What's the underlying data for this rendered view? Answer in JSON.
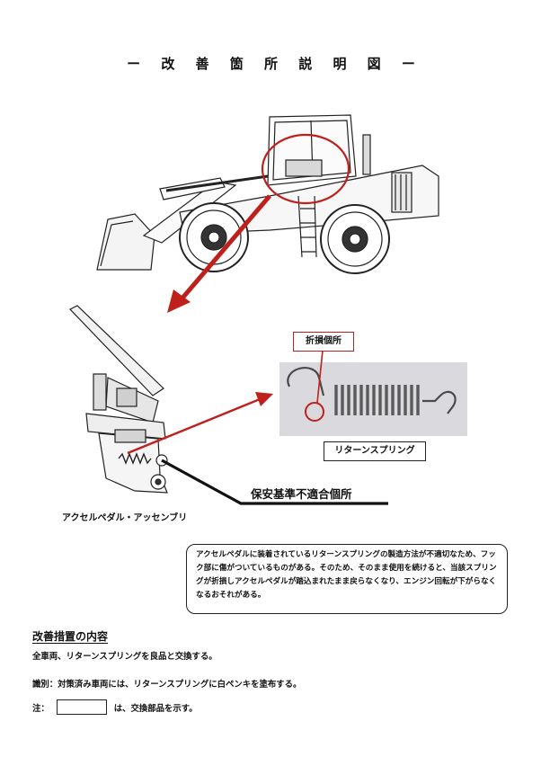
{
  "title": "ー 改 善 箇 所 説 明 図 ー",
  "callout_label": "折損個所",
  "spring_label": "リターンスプリング",
  "nonconformity_label": "保安基準不適合個所",
  "assembly_label": "アクセルペダル・アッセンブリ",
  "description": "アクセルペダルに装着されているリターンスプリングの製造方法が不適切なため、フック部に傷がついているものがある。そのため、そのまま使用を続けると、当該スプリングが折損しアクセルペダルが踏込まれたまま戻らなくなり、エンジン回転が下がらなくなるおそれがある。",
  "measures": {
    "heading": "改善措置の内容",
    "line1": "全車両、リターンスプリングを良品と交換する。",
    "line2": "識別：対策済み車両には、リターンスプリングに白ペンキを塗布する。",
    "note_prefix": "注：",
    "note_suffix": "は、交換部品を示す。"
  },
  "colors": {
    "accent_red": "#c0201b",
    "ink": "#111111"
  },
  "icons": [
    "wheel-loader-illustration",
    "accelerator-pedal-illustration",
    "spring-photo"
  ]
}
